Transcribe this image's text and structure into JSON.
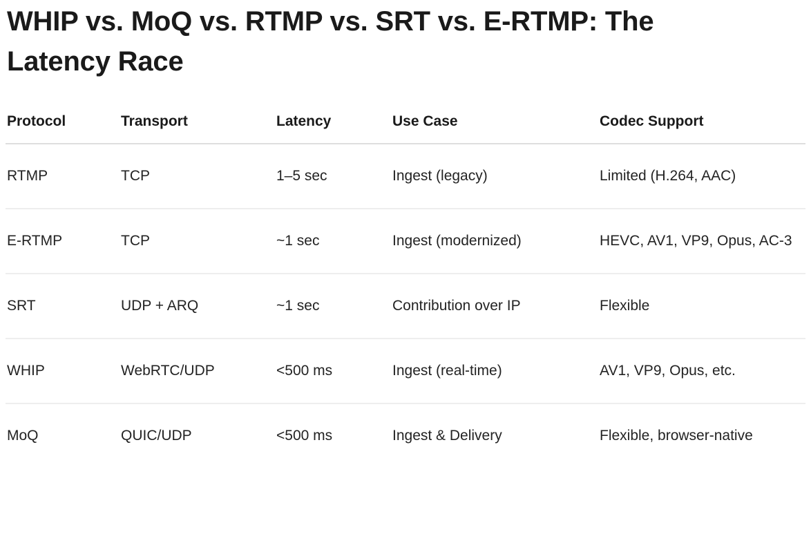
{
  "page": {
    "title": "WHIP vs. MoQ vs. RTMP vs. SRT vs. E-RTMP: The Latency Race"
  },
  "table": {
    "columns": [
      {
        "key": "protocol",
        "label": "Protocol"
      },
      {
        "key": "transport",
        "label": "Transport"
      },
      {
        "key": "latency",
        "label": "Latency"
      },
      {
        "key": "use_case",
        "label": "Use Case"
      },
      {
        "key": "codec_support",
        "label": "Codec Support"
      }
    ],
    "rows": [
      {
        "protocol": "RTMP",
        "transport": "TCP",
        "latency": "1–5 sec",
        "use_case": "Ingest (legacy)",
        "codec_support": "Limited (H.264, AAC)"
      },
      {
        "protocol": "E-RTMP",
        "transport": "TCP",
        "latency": "~1 sec",
        "use_case": "Ingest (modernized)",
        "codec_support": "HEVC, AV1, VP9, Opus, AC-3"
      },
      {
        "protocol": "SRT",
        "transport": "UDP + ARQ",
        "latency": "~1 sec",
        "use_case": "Contribution over IP",
        "codec_support": "Flexible"
      },
      {
        "protocol": "WHIP",
        "transport": "WebRTC/UDP",
        "latency": "<500 ms",
        "use_case": "Ingest (real-time)",
        "codec_support": "AV1, VP9, Opus, etc."
      },
      {
        "protocol": "MoQ",
        "transport": "QUIC/UDP",
        "latency": "<500 ms",
        "use_case": "Ingest & Delivery",
        "codec_support": "Flexible, browser-native"
      }
    ]
  },
  "colors": {
    "text": "#1a1a1a",
    "body_text": "#232323",
    "header_rule": "#dedede",
    "row_rule": "#eeeeee",
    "background": "#ffffff"
  }
}
